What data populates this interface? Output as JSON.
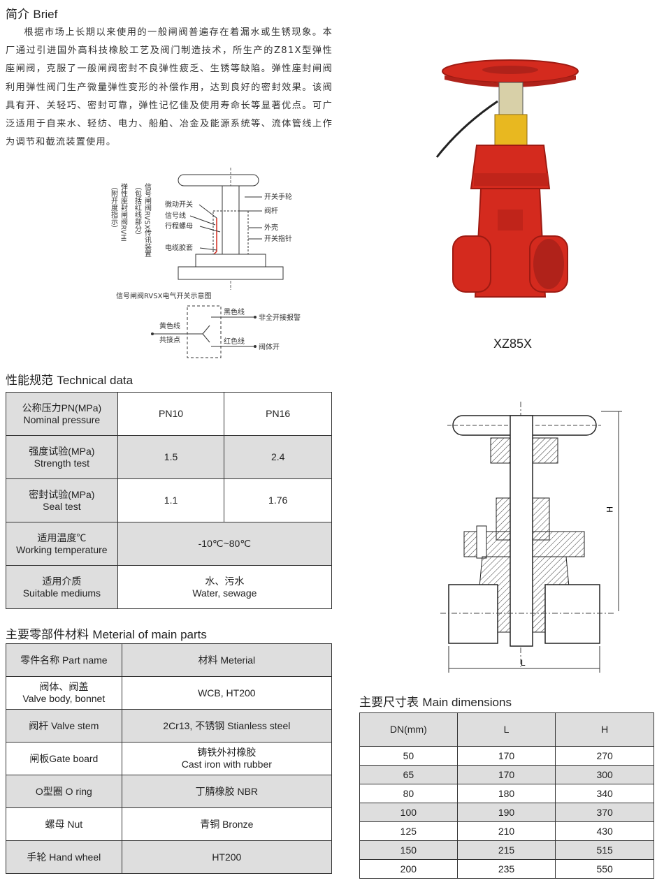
{
  "brief": {
    "heading_cn": "简介",
    "heading_en": "Brief",
    "paragraph": "根据市场上长期以来使用的一般闸阀普遍存在着漏水或生锈现象。本厂通过引进国外高科技橡胶工艺及阀门制造技术，所生产的Z81X型弹性座闸阀，克服了一般闸阀密封不良弹性疲乏、生锈等缺陷。弹性座封闸阀利用弹性阀门生产微量弹性变形的补偿作用，达到良好的密封效果。该阀具有开、关轻巧、密封可靠，弹性记忆佳及使用寿命长等显著优点。可广泛适用于自来水、轻纺、电力、船舶、冶金及能源系统等、流体管线上作为调节和截流装置使用。"
  },
  "diagram": {
    "vertical_labels": [
      "信号闸阀RVSX传讯装置",
      "（包括红线部分）",
      "弹性座封闸阀RVHI",
      "（附开度指示）"
    ],
    "callouts_right": [
      "开关手轮",
      "阀杆",
      "外壳",
      "开关指针"
    ],
    "callouts_left": [
      "微动开关",
      "信号线",
      "行程螺母",
      "电缆胶套"
    ],
    "caption": "信号闸阀RVSX电气开关示意图",
    "wiring": {
      "black_wire": "黑色线",
      "alarm": "非全开接报警",
      "yellow_wire": "黄色线",
      "common_point": "共接点",
      "red_wire": "红色线",
      "valve_open": "阀体开"
    }
  },
  "product": {
    "model": "XZ85X"
  },
  "technical": {
    "heading_cn": "性能规范",
    "heading_en": "Technical data",
    "rows": [
      {
        "label_cn": "公称压力PN(MPa)",
        "label_en": "Nominal pressure",
        "v1": "PN10",
        "v2": "PN16"
      },
      {
        "label_cn": "强度试验(MPa)",
        "label_en": "Strength test",
        "v1": "1.5",
        "v2": "2.4"
      },
      {
        "label_cn": "密封试验(MPa)",
        "label_en": "Seal test",
        "v1": "1.1",
        "v2": "1.76"
      },
      {
        "label_cn": "适用温度℃",
        "label_en": "Working temperature",
        "span": "-10℃~80℃"
      },
      {
        "label_cn": "适用介质",
        "label_en": "Suitable mediums",
        "span_cn": "水、污水",
        "span_en": "Water, sewage"
      }
    ]
  },
  "materials": {
    "heading_cn": "主要零部件材料",
    "heading_en": "Meterial of main parts",
    "header": {
      "part": "零件名称 Part name",
      "material": "材料 Meterial"
    },
    "rows": [
      {
        "part_cn": "阀体、阀盖",
        "part_en": "Valve body, bonnet",
        "mat_line1": "WCB, HT200",
        "mat_line2": ""
      },
      {
        "part_cn": "阀杆 Valve stem",
        "part_en": "",
        "mat_line1": "2Cr13, 不锈钢 Stianless steel",
        "mat_line2": ""
      },
      {
        "part_cn": "闸板Gate board",
        "part_en": "",
        "mat_line1": "铸铁外衬橡胶",
        "mat_line2": "Cast iron with rubber"
      },
      {
        "part_cn": "O型圈 O ring",
        "part_en": "",
        "mat_line1": "丁腈橡胶  NBR",
        "mat_line2": ""
      },
      {
        "part_cn": "螺母 Nut",
        "part_en": "",
        "mat_line1": "青铜 Bronze",
        "mat_line2": ""
      },
      {
        "part_cn": "手轮 Hand wheel",
        "part_en": "",
        "mat_line1": "HT200",
        "mat_line2": ""
      }
    ]
  },
  "drawing": {
    "dim_h": "H",
    "dim_l": "L"
  },
  "dimensions": {
    "heading_cn": "主要尺寸表",
    "heading_en": "Main dimensions",
    "columns": [
      "DN(mm)",
      "L",
      "H"
    ],
    "rows": [
      [
        "50",
        "170",
        "270"
      ],
      [
        "65",
        "170",
        "300"
      ],
      [
        "80",
        "180",
        "340"
      ],
      [
        "100",
        "190",
        "370"
      ],
      [
        "125",
        "210",
        "430"
      ],
      [
        "150",
        "215",
        "515"
      ],
      [
        "200",
        "235",
        "550"
      ]
    ]
  },
  "colors": {
    "valve_red": "#d42a1e",
    "valve_dark_red": "#9e1a12",
    "bonnet_yellow": "#e8b820",
    "table_gray": "#dedede"
  }
}
